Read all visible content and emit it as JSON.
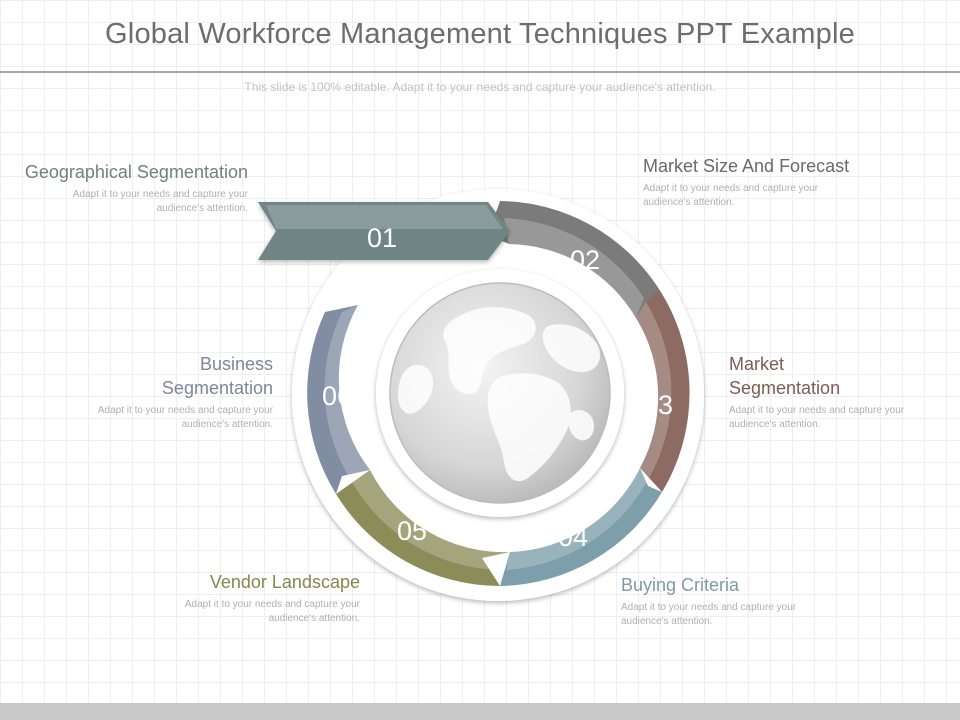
{
  "slide": {
    "title": "Global Workforce Management Techniques PPT Example",
    "subtitle": "This slide is 100% editable. Adapt it to your needs and capture your audience's attention."
  },
  "steps": [
    {
      "number": "01",
      "title": "Geographical Segmentation",
      "desc": "Adapt it to your needs and capture your audience's attention.",
      "color": "#6f8585"
    },
    {
      "number": "02",
      "title": "Market Size And Forecast",
      "desc": "Adapt it to your needs and capture your audience's attention.",
      "color": "#7b7b7b"
    },
    {
      "number": "03",
      "title": "Market Segmentation",
      "desc": "Adapt it to your needs and capture your audience's attention.",
      "color": "#8d6b63"
    },
    {
      "number": "04",
      "title": "Buying Criteria",
      "desc": "Adapt it to your needs and capture your audience's attention.",
      "color": "#7d9eab"
    },
    {
      "number": "05",
      "title": "Vendor Landscape",
      "desc": "Adapt it to your needs and capture your audience's attention.",
      "color": "#8c8c58"
    },
    {
      "number": "06",
      "title": "Business Segmentation",
      "desc": "Adapt it to your needs and capture your audience's attention.",
      "color": "#818da3"
    }
  ],
  "label_colors": {
    "geographical": "#6d8282",
    "market_size": "#6a6a6a",
    "market_segmentation": "#7d5c55",
    "buying": "#7e9aa6",
    "vendor": "#86864f",
    "business": "#7d879a"
  },
  "icons": {
    "center": "globe-icon"
  }
}
